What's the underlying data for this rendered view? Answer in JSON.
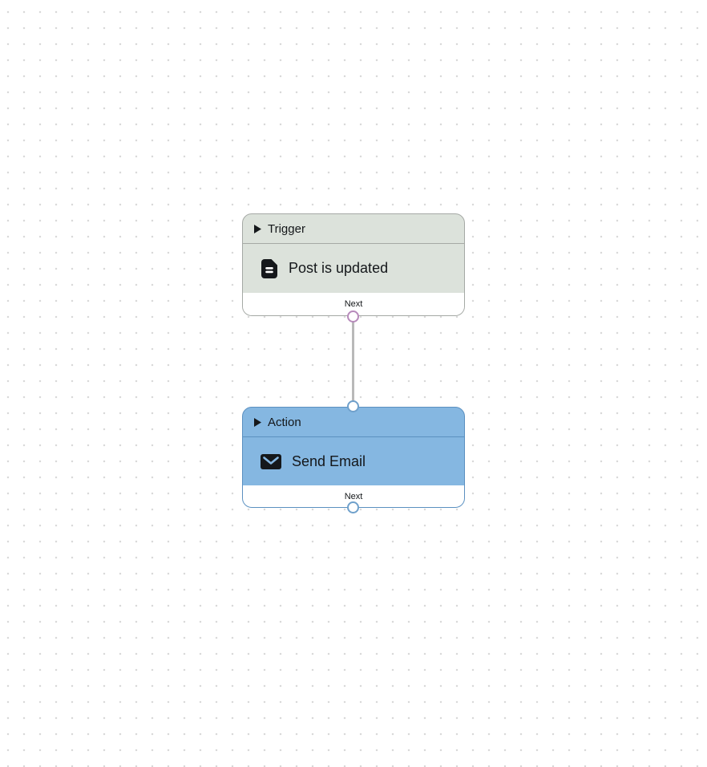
{
  "colors": {
    "canvas_bg": "#ffffff",
    "grid_dot": "#d9d9d9",
    "trigger_fill": "#dce2db",
    "trigger_border": "#a5a9a5",
    "trigger_port_ring": "#b78abb",
    "action_fill": "#85b7e1",
    "action_border": "#5b90c0",
    "action_port_ring": "#6fa0cb",
    "connector_line": "#b9b9b9",
    "node_footer_bg": "#ffffff",
    "text": "#14171a"
  },
  "nodes": [
    {
      "type_label": "Trigger",
      "type_icon": "play-icon",
      "step_label": "Post is updated",
      "step_icon": "document-icon",
      "next_label": "Next"
    },
    {
      "type_label": "Action",
      "type_icon": "play-icon",
      "step_label": "Send Email",
      "step_icon": "mail-icon",
      "next_label": "Next"
    }
  ],
  "connector": {
    "from": "Trigger",
    "to": "Action"
  }
}
